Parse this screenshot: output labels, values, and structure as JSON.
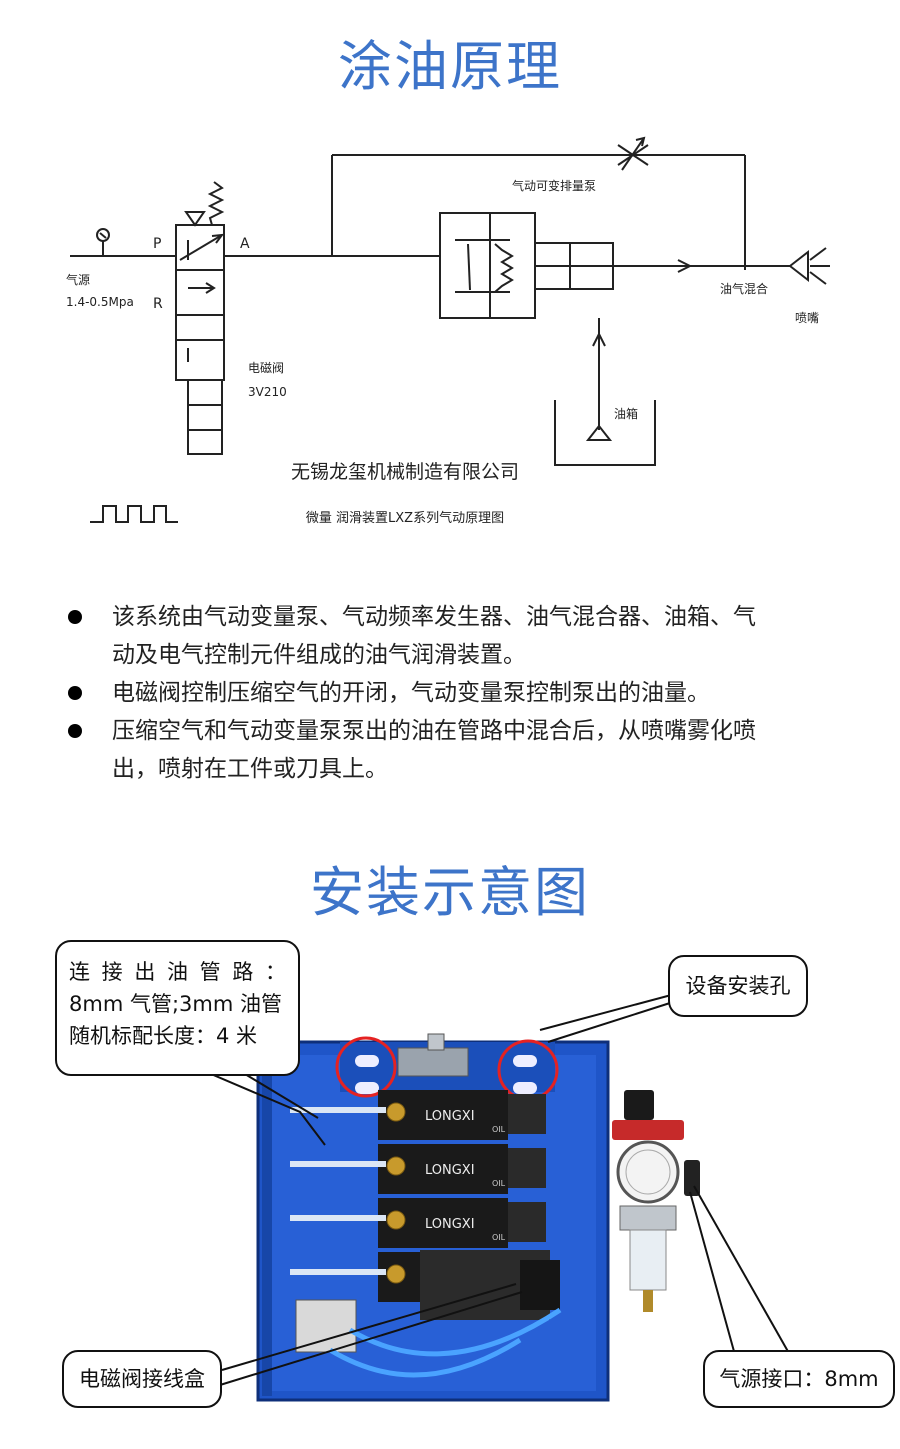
{
  "titles": {
    "principle": "涂油原理",
    "installation": "安装示意图"
  },
  "schematic": {
    "port_p": "P",
    "port_a": "A",
    "port_r": "R",
    "air_source": "气源",
    "pressure": "1.4-0.5Mpa",
    "solenoid_valve": "电磁阀",
    "valve_model": "3V210",
    "pump": "气动可变排量泵",
    "oil_air_mix": "油气混合",
    "nozzle": "喷嘴",
    "oil_tank": "油箱",
    "company": "无锡龙玺机械制造有限公司",
    "caption": "微量 润滑装置LXZ系列气动原理图"
  },
  "bullets": [
    {
      "lines": [
        "该系统由气动变量泵、气动频率发生器、油气混合器、油箱、气",
        "动及电气控制元件组成的油气润滑装置。"
      ]
    },
    {
      "lines": [
        "电磁阀控制压缩空气的开闭，气动变量泵控制泵出的油量。"
      ]
    },
    {
      "lines": [
        "压缩空气和气动变量泵泵出的油在管路中混合后，从喷嘴雾化喷",
        "出，喷射在工件或刀具上。"
      ]
    }
  ],
  "callouts": {
    "pipe_line1": "连接出油管路：",
    "pipe_line2": "8mm 气管;3mm 油管",
    "pipe_line3": "随机标配长度：4 米",
    "mount_holes": "设备安装孔",
    "junction_box": "电磁阀接线盒",
    "air_inlet": "气源接口：8mm"
  },
  "photo": {
    "brand": "LONGXI",
    "module_label": "OIL"
  },
  "colors": {
    "title": "#3d74c9",
    "cabinet": "#1f55c8",
    "highlight": "#e52222"
  }
}
